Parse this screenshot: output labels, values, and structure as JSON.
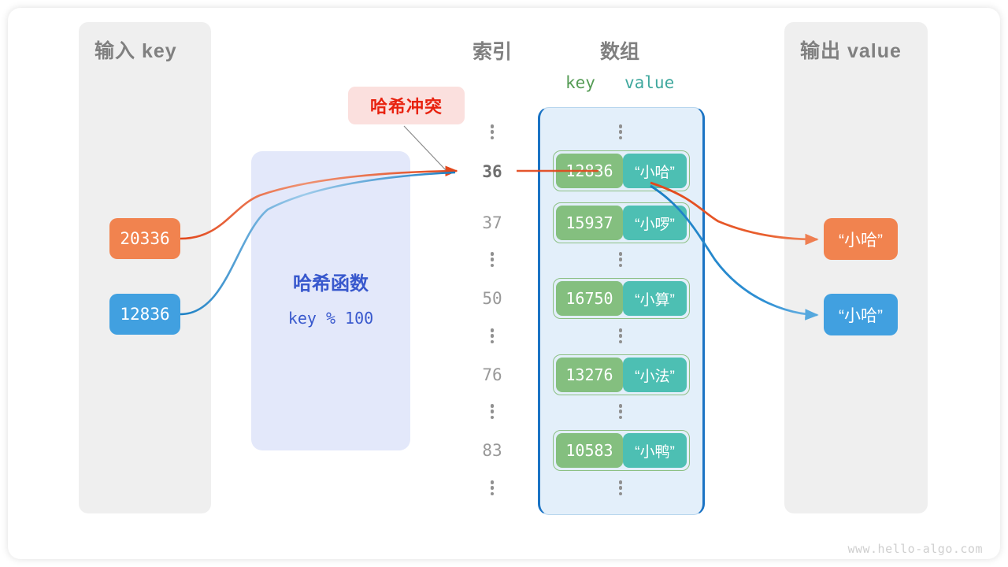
{
  "diagram": {
    "watermark": "www.hello-algo.com"
  },
  "input_panel": {
    "title": "输入 key",
    "keys": [
      {
        "label": "20336",
        "color": "#f1834f"
      },
      {
        "label": "12836",
        "color": "#41a0e0"
      }
    ]
  },
  "hash_function": {
    "title": "哈希函数",
    "formula": "key % 100",
    "color": "#3858cd",
    "background": "#e3e8fa"
  },
  "collision": {
    "label": "哈希冲突",
    "text_color": "#e8220f",
    "background": "#fbe0de"
  },
  "index_column": {
    "heading": "索引",
    "rows": [
      {
        "type": "dots"
      },
      {
        "type": "index",
        "label": "36",
        "highlight": true
      },
      {
        "type": "index",
        "label": "37",
        "highlight": false
      },
      {
        "type": "dots"
      },
      {
        "type": "index",
        "label": "50",
        "highlight": false
      },
      {
        "type": "dots"
      },
      {
        "type": "index",
        "label": "76",
        "highlight": false
      },
      {
        "type": "dots"
      },
      {
        "type": "index",
        "label": "83",
        "highlight": false
      },
      {
        "type": "dots"
      }
    ]
  },
  "array_column": {
    "heading": "数组",
    "key_heading": "key",
    "value_heading": "value",
    "key_heading_color": "#569c56",
    "value_heading_color": "#3fa89e",
    "border_color": "#1a73c4",
    "background": "#e3effa",
    "buckets": [
      {
        "key": "12836",
        "value": "“小哈”"
      },
      {
        "key": "15937",
        "value": "“小啰”"
      },
      {
        "key": "16750",
        "value": "“小算”"
      },
      {
        "key": "13276",
        "value": "“小法”"
      },
      {
        "key": "10583",
        "value": "“小鸭”"
      }
    ]
  },
  "output_panel": {
    "title": "输出 value",
    "values": [
      {
        "label": "“小哈”",
        "color": "#f1834f"
      },
      {
        "label": "“小哈”",
        "color": "#41a0e0"
      }
    ]
  }
}
